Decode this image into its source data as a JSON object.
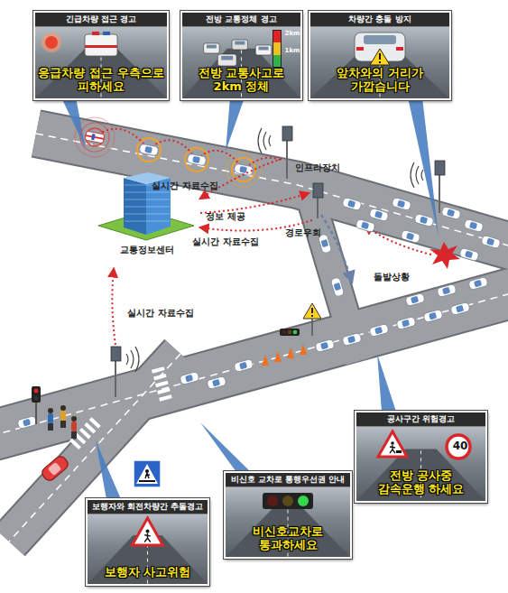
{
  "diagram": {
    "nodes": [
      {
        "text": [
          "긴급차량 접근 경고",
          "응급차량 접근 우측으로 피하세요"
        ]
      },
      {
        "text": [
          "전방 교통정체 경고",
          "전방 교통사고로 2km 정체"
        ]
      },
      {
        "text": [
          "차량간 충돌 방지",
          "앞차와의 거리가 가깝습니다"
        ]
      },
      {
        "text": [
          "교통정보센터"
        ]
      },
      {
        "text": [
          "공사구간 위험경고",
          "전방 공사중 감속운행 하세요"
        ]
      },
      {
        "text": [
          "비신호 교차로 통행우선권 안내",
          "비신호교차로 통과하세요"
        ]
      },
      {
        "text": [
          "보행자와 회전차량간 추돌경고",
          "보행자 사고위험"
        ]
      }
    ],
    "labels": [
      "2km",
      "1km",
      "인프라장치",
      "실시간 자료수집",
      "정보 제공",
      "실시간 자료수집",
      "경로우회",
      "돌발상황",
      "실시간 자료수집",
      "40"
    ]
  }
}
